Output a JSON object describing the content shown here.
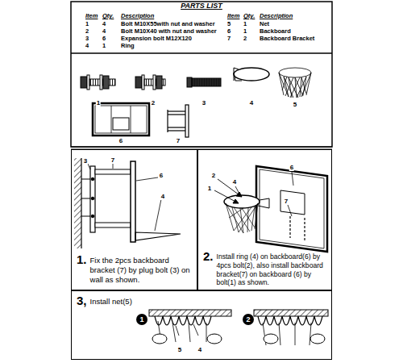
{
  "diagram": {
    "title": "PARTS LIST",
    "nodes": [
      {
        "text": [
          "1.",
          "Fix the 2pcs backboard bracket (7) by plug bolt (3) on wall as shown."
        ]
      },
      {
        "text": [
          "2.",
          "Install ring (4) on backboard(6) by 4pcs bolt(2), also install backboard bracket(7) on backboard (6) by bolt(1) as shown."
        ]
      },
      {
        "text": [
          "3,",
          "Install net(5)"
        ]
      },
      {
        "text": [
          "1"
        ],
        "in": 2
      },
      {
        "text": [
          "2"
        ],
        "in": 2
      }
    ],
    "labels": [
      "Item",
      "Qty.",
      "Description",
      "Item",
      "Qty.",
      "Description",
      "1",
      "4",
      "Bolt M10X55with nut and washer",
      "5",
      "1",
      "Net",
      "2",
      "4",
      "Bolt M10X40 with nut and washer",
      "6",
      "1",
      "Backboard",
      "3",
      "6",
      "Expansion bolt M12X120",
      "7",
      "2",
      "Backboard Bracket",
      "4",
      "1",
      "Ring",
      "1",
      "2",
      "3",
      "4",
      "5",
      "6",
      "7",
      "3",
      "7",
      "6",
      "4",
      "2",
      "1",
      "4",
      "6",
      "7",
      "5",
      "4"
    ]
  }
}
